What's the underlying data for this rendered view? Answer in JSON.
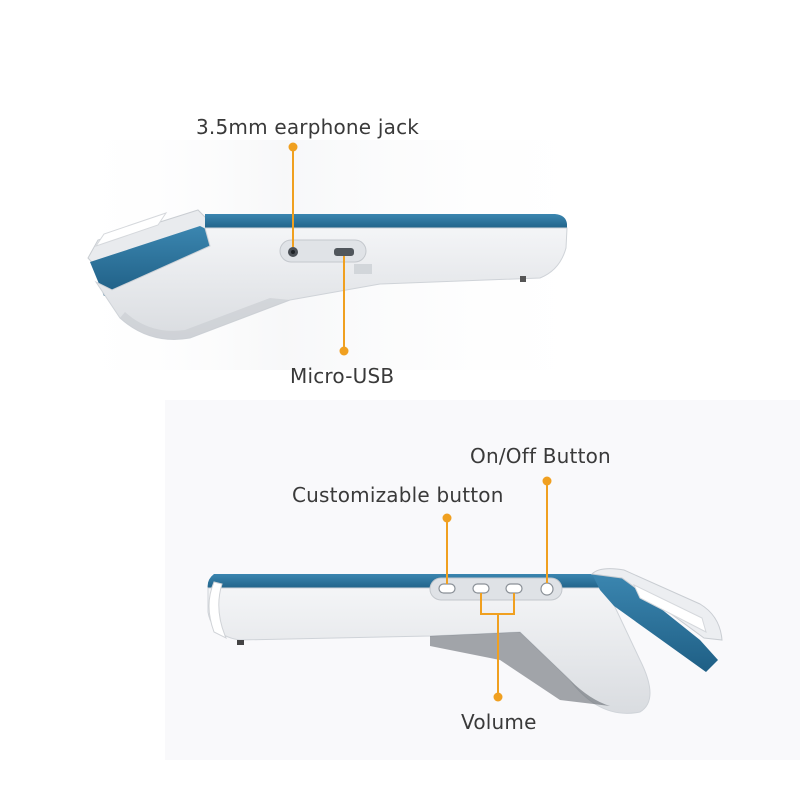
{
  "callouts": {
    "earphone_jack": "3.5mm earphone jack",
    "micro_usb": "Micro-USB",
    "on_off_button": "On/Off Button",
    "customizable_button": "Customizable button",
    "volume": "Volume"
  },
  "colors": {
    "device_blue": "#2f7aa3",
    "device_blue_dark": "#1f5f85",
    "device_body": "#eceef1",
    "device_shadow": "#cfd3d8",
    "callout_orange": "#f0a020",
    "background": "#ffffff"
  }
}
